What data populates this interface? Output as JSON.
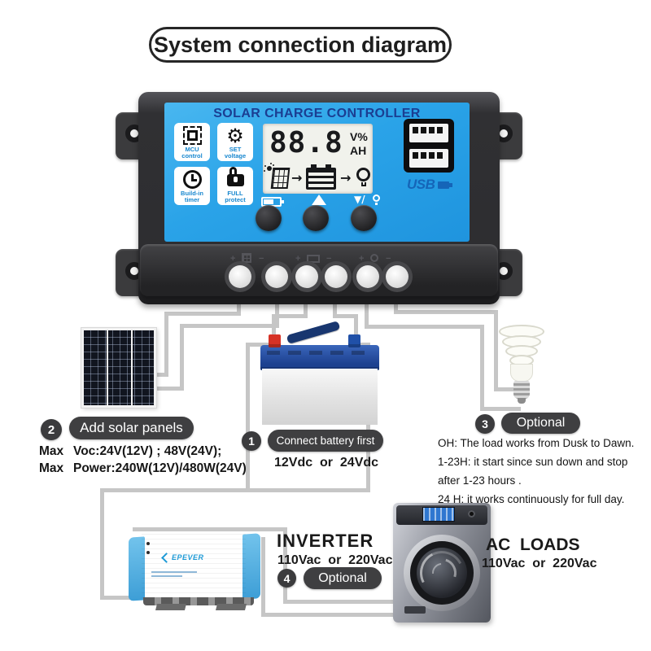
{
  "title": "System connection diagram",
  "controller": {
    "header": "SOLAR CHARGE CONTROLLER",
    "features": [
      {
        "icon": "mcu-chip-icon",
        "line1": "MCU",
        "line2": "control"
      },
      {
        "icon": "gear-icon",
        "line1": "SET",
        "line2": "voltage"
      },
      {
        "icon": "clock-icon",
        "line1": "Build-in",
        "line2": "timer"
      },
      {
        "icon": "lock-icon",
        "line1": "FULL",
        "line2": "protect"
      }
    ],
    "lcd": {
      "value": "88.8",
      "unit_top": "V%",
      "unit_bottom": "AH",
      "flow_icons": [
        "solar-panel-icon",
        "arrow-right-icon",
        "battery-icon",
        "arrow-right-icon",
        "lamp-icon"
      ],
      "arrow_glyph": "→"
    },
    "button_icons": [
      "battery-icon",
      "up-arrow-icon",
      "down-arrow-lamp-icon"
    ],
    "down_arrow_text": "▼/",
    "usb_label": "USB",
    "terminal_pairs": [
      {
        "plus": "+",
        "icon": "solar-panel-icon",
        "minus": "−"
      },
      {
        "plus": "+",
        "icon": "battery-icon",
        "minus": "−"
      },
      {
        "plus": "+",
        "icon": "lamp-icon",
        "minus": "−"
      }
    ]
  },
  "devices": {
    "inverter_brand": "EPEVER"
  },
  "steps": {
    "battery": {
      "number": "1",
      "label": "Connect battery first",
      "spec": "12Vdc  or  24Vdc"
    },
    "solar": {
      "number": "2",
      "label": "Add solar panels",
      "spec_rows": [
        {
          "prefix": "Max",
          "text": "Voc:24V(12V) ; 48V(24V);"
        },
        {
          "prefix": "Max",
          "text": "Power:240W(12V)/480W(24V)"
        }
      ]
    },
    "load": {
      "number": "3",
      "label": "Optional",
      "desc_lines": [
        "OH: The load works from Dusk to Dawn.",
        "1-23H: it start since sun down and stop",
        "after 1-23 hours .",
        "24 H: it works continuously for full day."
      ]
    },
    "inverter": {
      "number": "4",
      "label": "Optional",
      "name": "INVERTER",
      "spec": "110Vac  or  220Vac"
    },
    "ac_loads": {
      "name": "AC  LOADS",
      "spec": "110Vac  or  220Vac"
    }
  },
  "colors": {
    "panel_blue": "#2BA7EA",
    "header_navy": "#1B3E92",
    "pill_dark": "#3F3F41",
    "wire_gray": "#C6C6C6",
    "lcd_bg": "#F1F2EC",
    "usb_logo_blue": "#1565B8",
    "battery_red": "#D63226",
    "battery_blue": "#2050A8"
  }
}
